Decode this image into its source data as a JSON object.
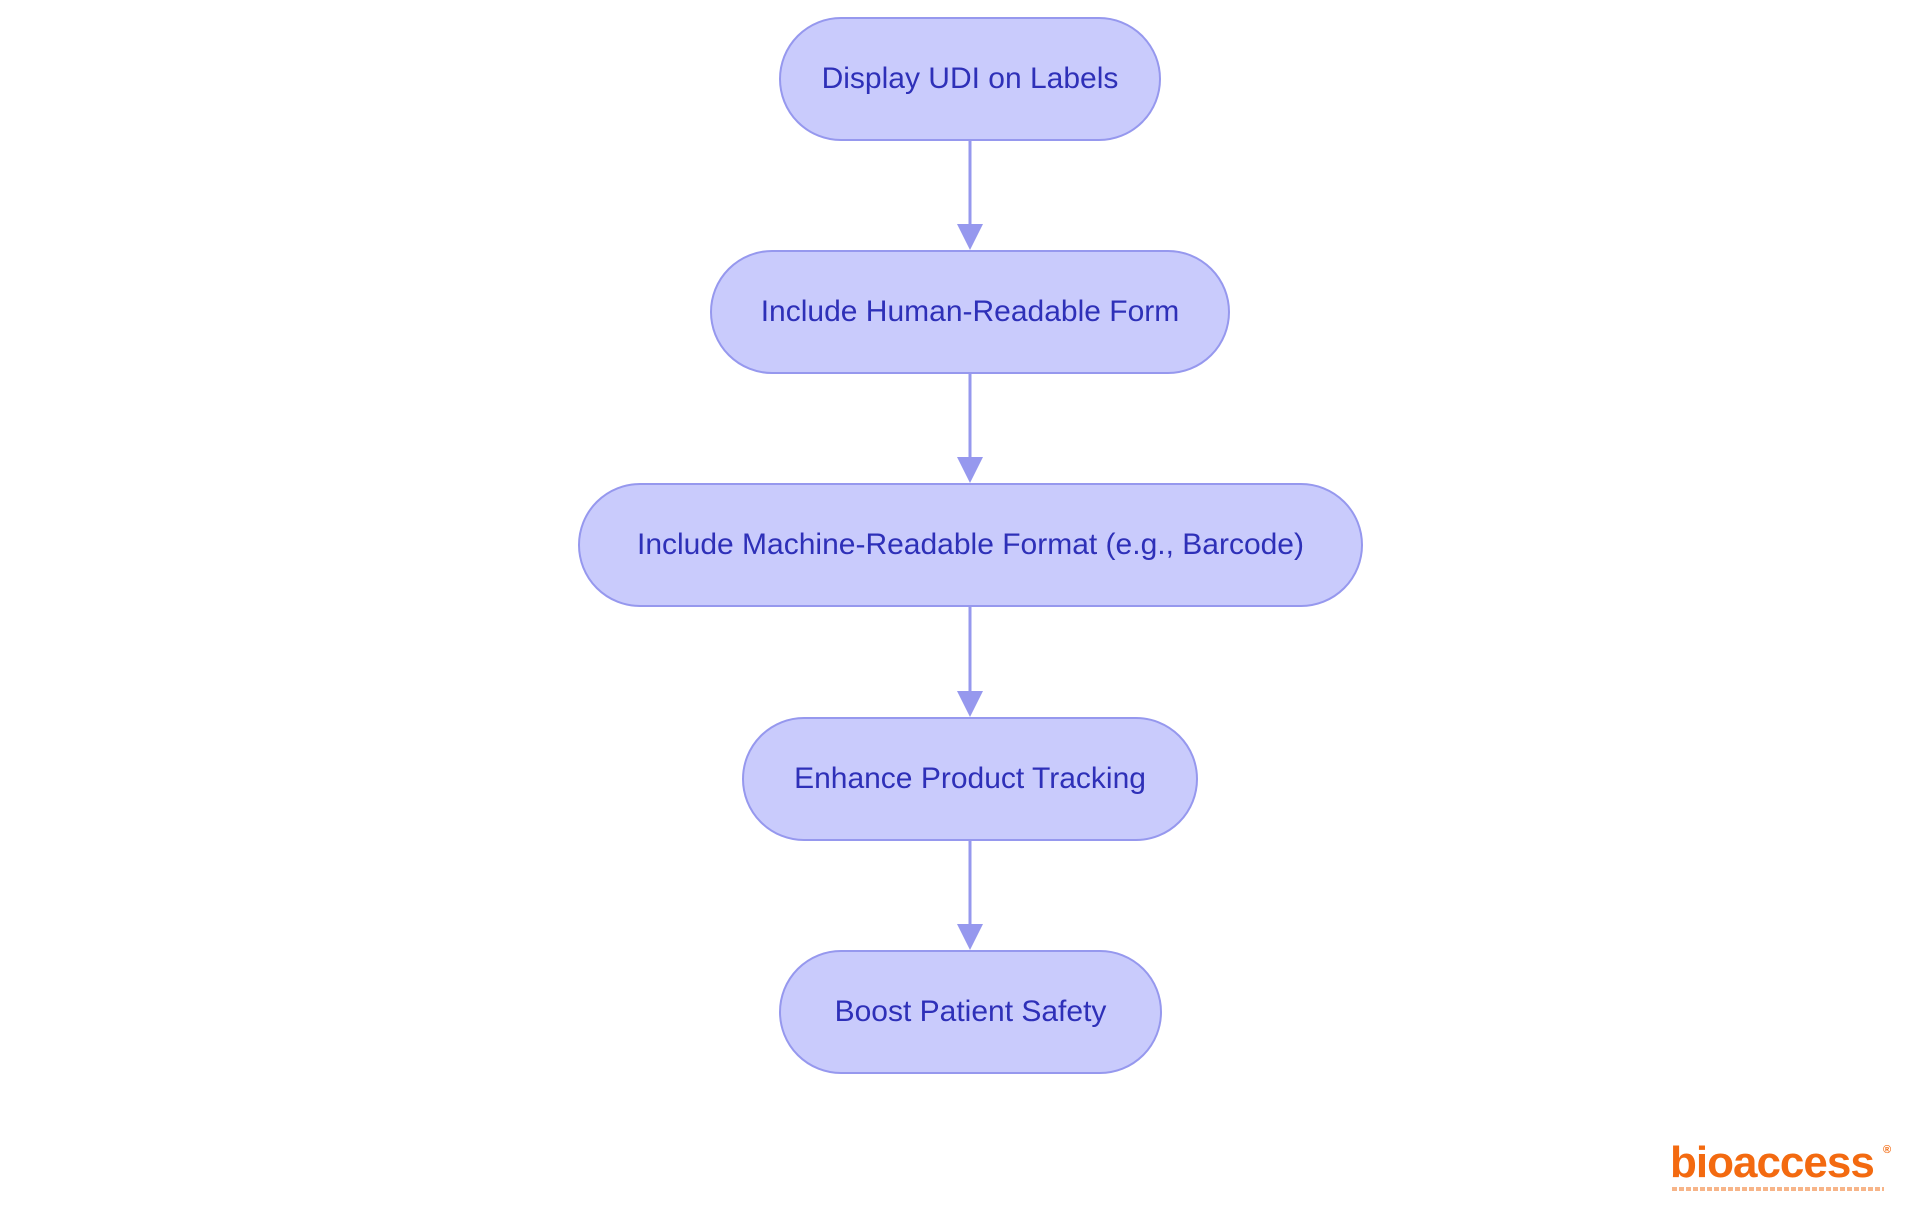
{
  "diagram": {
    "type": "flowchart",
    "direction": "top-to-bottom",
    "nodes": [
      {
        "id": "n1",
        "label": "Display UDI on Labels"
      },
      {
        "id": "n2",
        "label": "Include Human-Readable Form"
      },
      {
        "id": "n3",
        "label": "Include Machine-Readable Format (e.g., Barcode)"
      },
      {
        "id": "n4",
        "label": "Enhance Product Tracking"
      },
      {
        "id": "n5",
        "label": "Boost Patient Safety"
      }
    ],
    "edges": [
      {
        "from": "n1",
        "to": "n2"
      },
      {
        "from": "n2",
        "to": "n3"
      },
      {
        "from": "n3",
        "to": "n4"
      },
      {
        "from": "n4",
        "to": "n5"
      }
    ],
    "colors": {
      "node_fill": "#c9cbfc",
      "node_border": "#9698ee",
      "node_text": "#2e30b8",
      "edge": "#9698ee"
    }
  },
  "logo": {
    "name": "bioaccess",
    "mark": "®",
    "color": "#f36a10"
  }
}
